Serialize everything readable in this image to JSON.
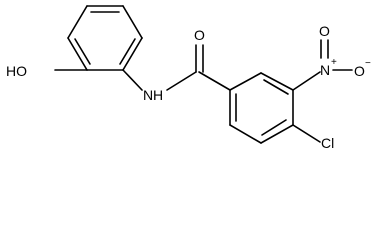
{
  "molecule": {
    "labels": {
      "hydroxyl": "HO",
      "amide_nh": "N",
      "amide_nh_h": "H",
      "carbonyl_o": "O",
      "nitro_n": "N",
      "nitro_plus": "+",
      "nitro_o_top": "O",
      "nitro_o_right": "O",
      "nitro_minus": "−",
      "chlorine": "Cl"
    }
  }
}
